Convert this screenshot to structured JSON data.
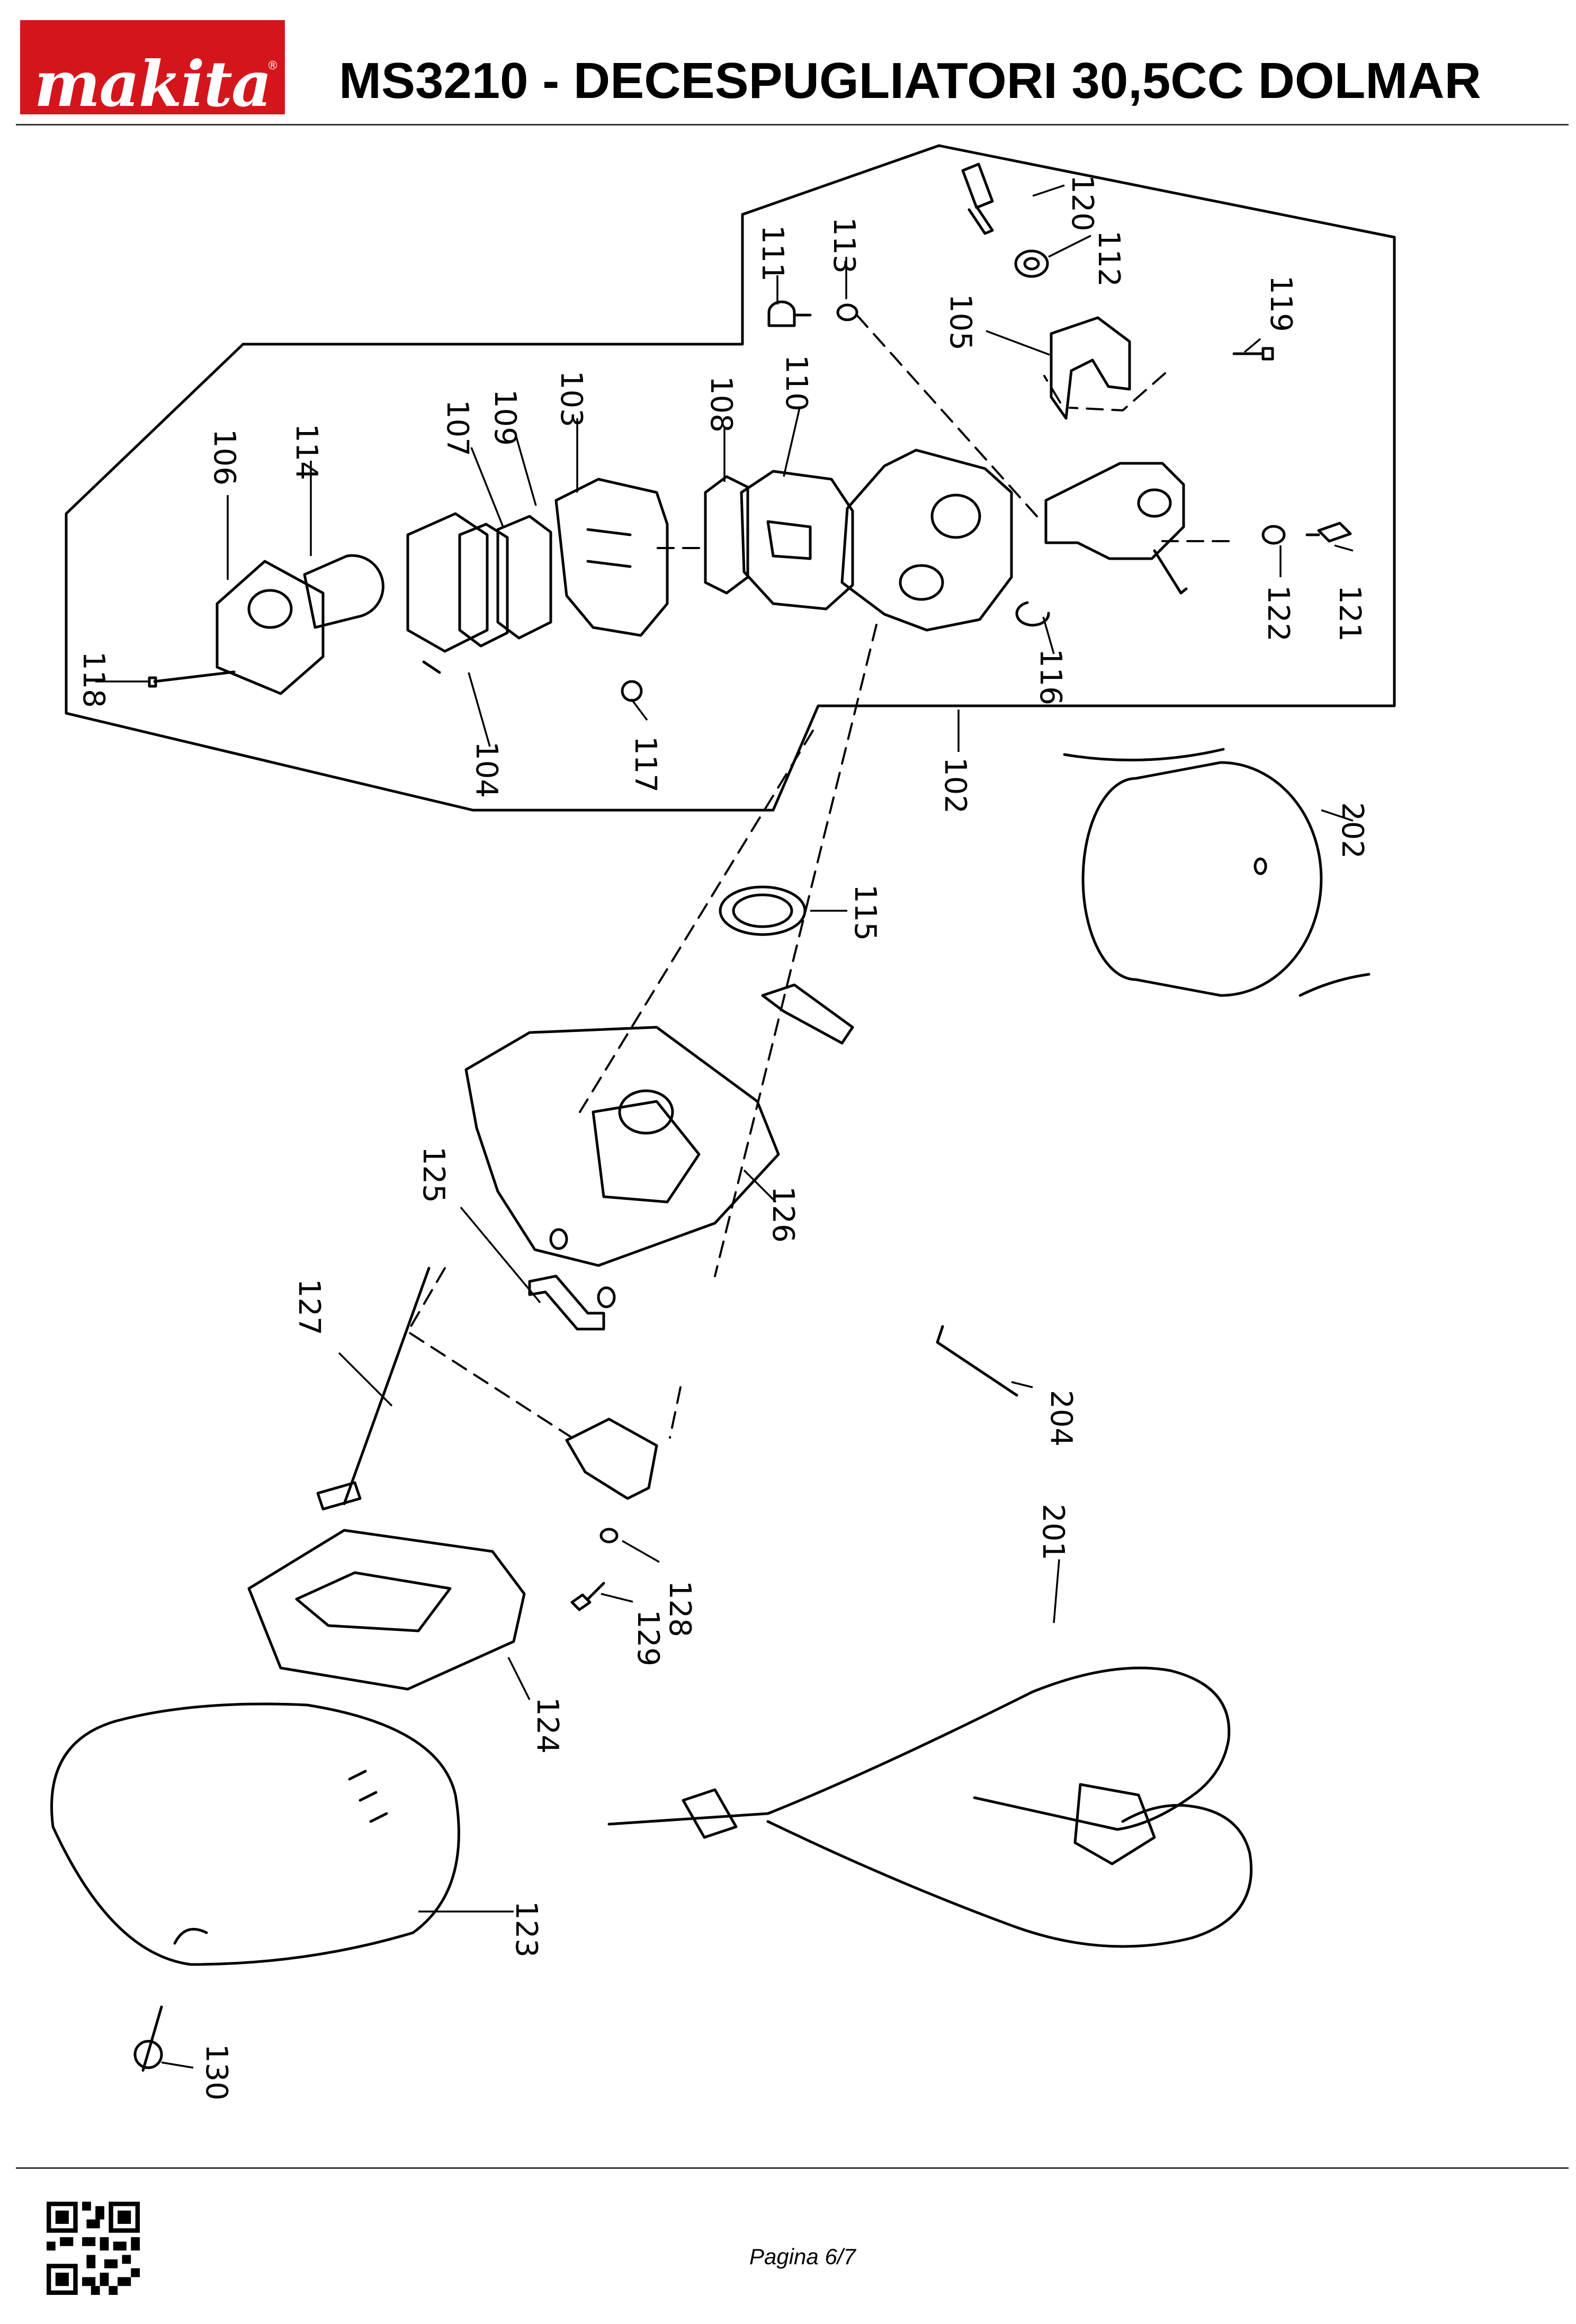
{
  "header": {
    "brand": "makita",
    "title": "MS3210 - DECESPUGLIATORI 30,5CC DOLMAR"
  },
  "diagram": {
    "part_labels": [
      "120",
      "112",
      "113",
      "111",
      "119",
      "105",
      "110",
      "108",
      "103",
      "109",
      "107",
      "114",
      "106",
      "121",
      "122",
      "116",
      "117",
      "118",
      "104",
      "102",
      "202",
      "115",
      "125",
      "126",
      "127",
      "204",
      "201",
      "128",
      "129",
      "124",
      "123",
      "130"
    ]
  },
  "footer": {
    "page": "Pagina 6/7"
  },
  "colors": {
    "brand_red": "#d4161c",
    "line": "#000000"
  },
  "icons": [
    "qr-code-icon"
  ]
}
